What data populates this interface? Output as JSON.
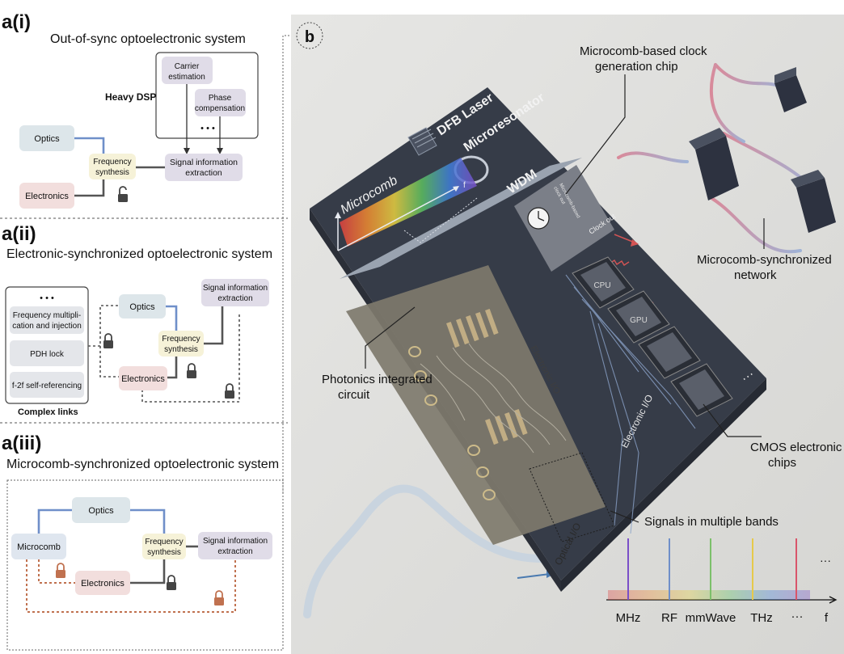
{
  "panel_a_i": {
    "label": "a(i)",
    "title": "Out-of-sync optoelectronic system",
    "heavy_dsp": "Heavy DSP",
    "carrier_1": "Carrier",
    "carrier_2": "estimation",
    "phase_1": "Phase",
    "phase_2": "compensation",
    "ellipsis": "• • •",
    "optics": "Optics",
    "freq_1": "Frequency",
    "freq_2": "synthesis",
    "electronics": "Electronics",
    "sig_1": "Signal information",
    "sig_2": "extraction"
  },
  "panel_a_ii": {
    "label": "a(ii)",
    "title": "Electronic-synchronized optoelectronic system",
    "ellipsis": "• • •",
    "fm_1": "Frequency multipli-",
    "fm_2": "cation and injection",
    "pdh": "PDH lock",
    "f2f": "f-2f self-referencing",
    "complex_links": "Complex links",
    "optics": "Optics",
    "freq_1": "Frequency",
    "freq_2": "synthesis",
    "electronics": "Electronics",
    "sig_1": "Signal information",
    "sig_2": "extraction"
  },
  "panel_a_iii": {
    "label": "a(iii)",
    "title": "Microcomb-synchronized optoelectronic system",
    "optics": "Optics",
    "microcomb": "Microcomb",
    "freq_1": "Frequency",
    "freq_2": "synthesis",
    "sig_1": "Signal information",
    "sig_2": "extraction",
    "electronics": "Electronics"
  },
  "panel_b": {
    "label": "b",
    "dfb_laser": "DFB Laser",
    "microresonator": "Microresonator",
    "wdm": "WDM",
    "microcomb": "Microcomb",
    "f_axis": "f",
    "clock_chip_1": "Microcomb-based clock",
    "clock_chip_2": "generation chip",
    "clock_out": "Clock out",
    "clock_out_small_1": "Microcomb-based",
    "clock_out_small_2": "clock out",
    "electronic_io": "Electronic I/O",
    "optical_io": "Optical I/O",
    "cpu": "CPU",
    "gpu": "GPU",
    "network_1": "Microcomb-synchronized",
    "network_2": "network",
    "pic_1": "Photonics integrated",
    "pic_2": "circuit",
    "cmos_1": "CMOS electronic",
    "cmos_2": "chips",
    "signals": "Signals in multiple bands",
    "bands": [
      "MHz",
      "RF",
      "mmWave",
      "THz",
      "···",
      "f"
    ],
    "ellipsis": "···"
  },
  "colors": {
    "optics_box": "#dde6ea",
    "electronics_box": "#f2dedd",
    "freq_box": "#f6f2d8",
    "signal_box": "#e0dce8",
    "microcomb_box": "#dfe6ef",
    "blue_line": "#6f8fc9",
    "orange_dash": "#c0714f",
    "chip_board": "#3a4150"
  }
}
